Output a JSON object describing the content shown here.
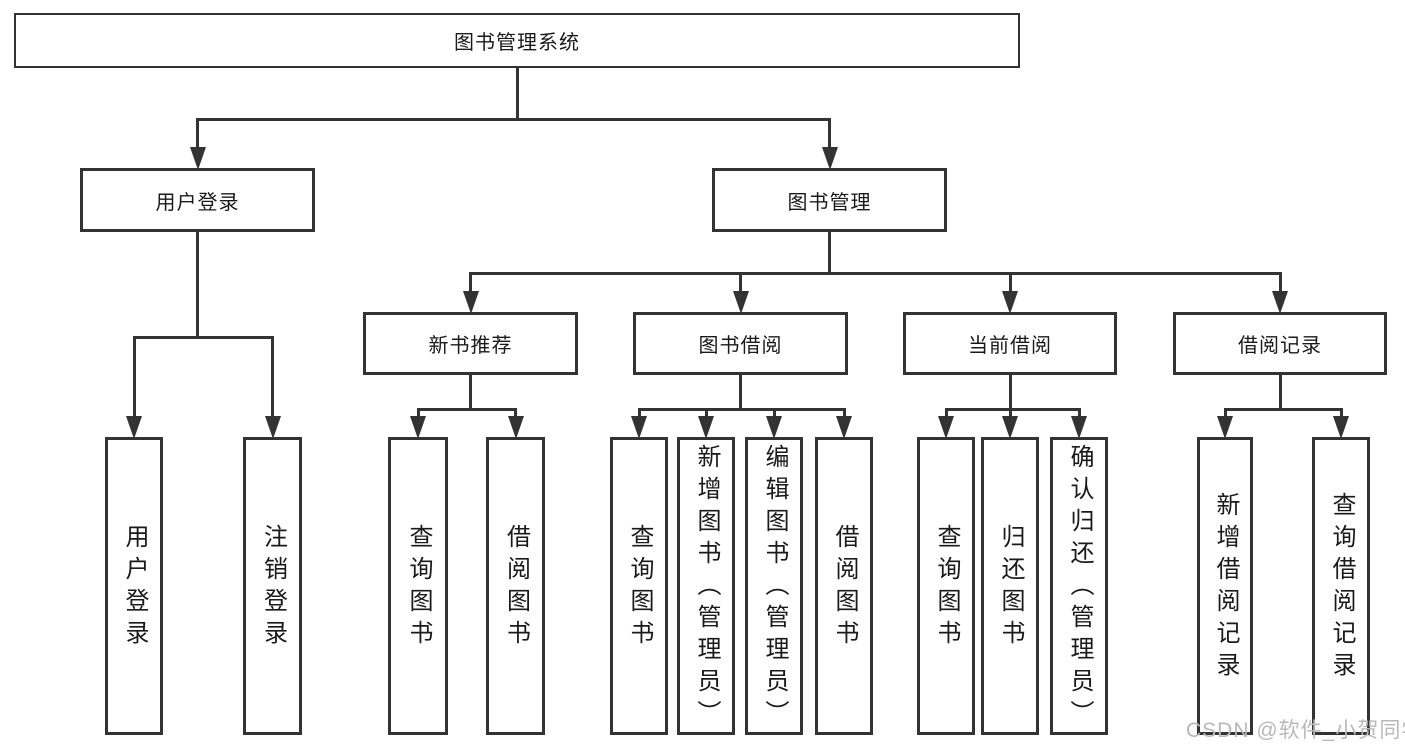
{
  "diagram": {
    "type": "tree",
    "title": "图书管理系统",
    "nodes": [
      {
        "id": "root",
        "label": "图书管理系统",
        "orientation": "horizontal",
        "level": 1
      },
      {
        "id": "user-login",
        "label": "用户登录",
        "orientation": "horizontal",
        "level": 2
      },
      {
        "id": "book-mgmt",
        "label": "图书管理",
        "orientation": "horizontal",
        "level": 2
      },
      {
        "id": "new-book-rec",
        "label": "新书推荐",
        "orientation": "horizontal",
        "level": 3
      },
      {
        "id": "book-borrow",
        "label": "图书借阅",
        "orientation": "horizontal",
        "level": 3
      },
      {
        "id": "current-borrow",
        "label": "当前借阅",
        "orientation": "horizontal",
        "level": 3
      },
      {
        "id": "borrow-records",
        "label": "借阅记录",
        "orientation": "horizontal",
        "level": 3
      },
      {
        "id": "ul-login",
        "label": "用户登录",
        "orientation": "vertical",
        "level": 4
      },
      {
        "id": "ul-logout",
        "label": "注销登录",
        "orientation": "vertical",
        "level": 4
      },
      {
        "id": "nb-query",
        "label": "查询图书",
        "orientation": "vertical",
        "level": 4
      },
      {
        "id": "nb-borrow",
        "label": "借阅图书",
        "orientation": "vertical",
        "level": 4
      },
      {
        "id": "bb-query",
        "label": "查询图书",
        "orientation": "vertical",
        "level": 4
      },
      {
        "id": "bb-add",
        "label": "新增图书（管理员）",
        "orientation": "vertical",
        "level": 4
      },
      {
        "id": "bb-edit",
        "label": "编辑图书（管理员）",
        "orientation": "vertical",
        "level": 4
      },
      {
        "id": "bb-borrow",
        "label": "借阅图书",
        "orientation": "vertical",
        "level": 4
      },
      {
        "id": "cb-query",
        "label": "查询图书",
        "orientation": "vertical",
        "level": 4
      },
      {
        "id": "cb-return",
        "label": "归还图书",
        "orientation": "vertical",
        "level": 4
      },
      {
        "id": "cb-confirm",
        "label": "确认归还（管理员）",
        "orientation": "vertical",
        "level": 4
      },
      {
        "id": "br-add",
        "label": "新增借阅记录",
        "orientation": "vertical",
        "level": 4
      },
      {
        "id": "br-query",
        "label": "查询借阅记录",
        "orientation": "vertical",
        "level": 4
      }
    ],
    "edges": [
      {
        "from": "root",
        "to": "user-login"
      },
      {
        "from": "root",
        "to": "book-mgmt"
      },
      {
        "from": "user-login",
        "to": "ul-login"
      },
      {
        "from": "user-login",
        "to": "ul-logout"
      },
      {
        "from": "book-mgmt",
        "to": "new-book-rec"
      },
      {
        "from": "book-mgmt",
        "to": "book-borrow"
      },
      {
        "from": "book-mgmt",
        "to": "current-borrow"
      },
      {
        "from": "book-mgmt",
        "to": "borrow-records"
      },
      {
        "from": "new-book-rec",
        "to": "nb-query"
      },
      {
        "from": "new-book-rec",
        "to": "nb-borrow"
      },
      {
        "from": "book-borrow",
        "to": "bb-query"
      },
      {
        "from": "book-borrow",
        "to": "bb-add"
      },
      {
        "from": "book-borrow",
        "to": "bb-edit"
      },
      {
        "from": "book-borrow",
        "to": "bb-borrow"
      },
      {
        "from": "current-borrow",
        "to": "cb-query"
      },
      {
        "from": "current-borrow",
        "to": "cb-return"
      },
      {
        "from": "current-borrow",
        "to": "cb-confirm"
      },
      {
        "from": "borrow-records",
        "to": "br-add"
      },
      {
        "from": "borrow-records",
        "to": "br-query"
      }
    ]
  },
  "watermark": {
    "text": "CSDN @软件_小贺同学"
  },
  "colors": {
    "line": "#333333",
    "text": "#1a1a1a",
    "background": "#ffffff",
    "watermark": "#b9b9b9"
  }
}
